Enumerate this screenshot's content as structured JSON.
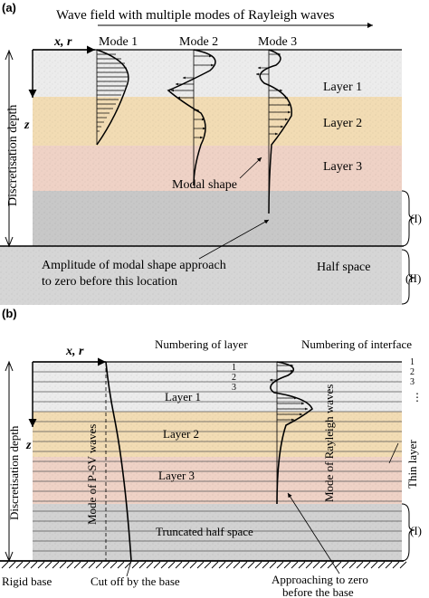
{
  "panel_a": {
    "label": "(a)",
    "header": "Wave field with multiple modes of Rayleigh waves",
    "axes_label": "x, r",
    "z_label": "z",
    "modes": [
      "Mode 1",
      "Mode 2",
      "Mode 3"
    ],
    "layers": [
      "Layer 1",
      "Layer 2",
      "Layer 3"
    ],
    "half_space": "Half space",
    "depth_label": "Discretisation depth",
    "modal_shape": "Modal shape",
    "note_line1": "Amplitude of modal shape approach",
    "note_line2": "to zero before this location",
    "brace_labels": [
      "(I)",
      "(II)"
    ]
  },
  "panel_b": {
    "label": "(b)",
    "axes_label": "x, r",
    "z_label": "z",
    "numbering_layer": "Numbering of layer",
    "numbering_interface": "Numbering of interface",
    "interface_numbers": [
      "1",
      "2",
      "3"
    ],
    "ellipsis": "⋮",
    "layers": [
      "Layer 1",
      "Layer 2",
      "Layer 3"
    ],
    "truncated": "Truncated half space",
    "depth_label": "Discretisation depth",
    "psv_label": "Mode of P-SV waves",
    "rayleigh_label": "Mode of Rayleigh waves",
    "thin_layer": "Thin layer",
    "brace_label": "(I)",
    "rigid_base": "Rigid base",
    "cutoff": "Cut off by the base",
    "approach_line1": "Approaching to zero",
    "approach_line2": "before the base"
  },
  "colors": {
    "layer1": "#ececec",
    "layer2": "#f2dcb4",
    "layer3": "#efd2c6",
    "halfspace_upper": "#c8c8c8",
    "halfspace_lower": "#d6d6d6",
    "line": "#000000"
  }
}
